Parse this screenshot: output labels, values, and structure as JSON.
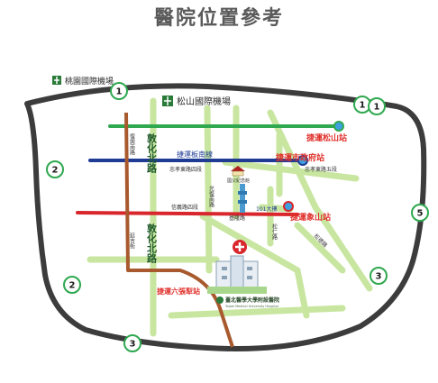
{
  "title": "醫院位置參考",
  "colors": {
    "background": "#ffffff",
    "ring_road": "#3c3c3c",
    "light_road": "#c8e6a0",
    "green_line": "#2fa84f",
    "blue_line": "#1f3b94",
    "red_line": "#d9262c",
    "brown_line": "#a85a2e",
    "station_text": "#e0302a",
    "blue_text": "#1f3b94",
    "marker": "#d9262c"
  },
  "airports": {
    "taoyuan": "桃園國際機場",
    "songshan": "松山國際機場"
  },
  "roads": {
    "dunhua_north_top": "敦化北路",
    "dunhua_north_bottom": "敦化北路",
    "songshan_line": "捷運板南線",
    "zhongxiao_east_4": "忠孝東路四段",
    "zhongxiao_east_5": "忠孝東路五段",
    "xinyi_4": "信義路四段",
    "keelung_road": "基隆路",
    "guangfu_south": "光復南路",
    "fuxing_road": "復興南路",
    "songren_road": "松仁路",
    "yanji_street": "延吉街",
    "songde_road": "松德路",
    "tower_label": "101大樓",
    "landmark_small": "國父紀念館"
  },
  "stations": {
    "songshan": "捷運松山站",
    "city_hall": "捷運市政府站",
    "xiangshan": "捷運象山站",
    "liuzhangli": "捷運六張犁站"
  },
  "hospital": {
    "name": "臺北醫學大學附設醫院",
    "name_en": "Taipei Medical University Hospital"
  },
  "freeway_shields": [
    "1",
    "1",
    "1",
    "2",
    "2",
    "3",
    "3",
    "5"
  ]
}
